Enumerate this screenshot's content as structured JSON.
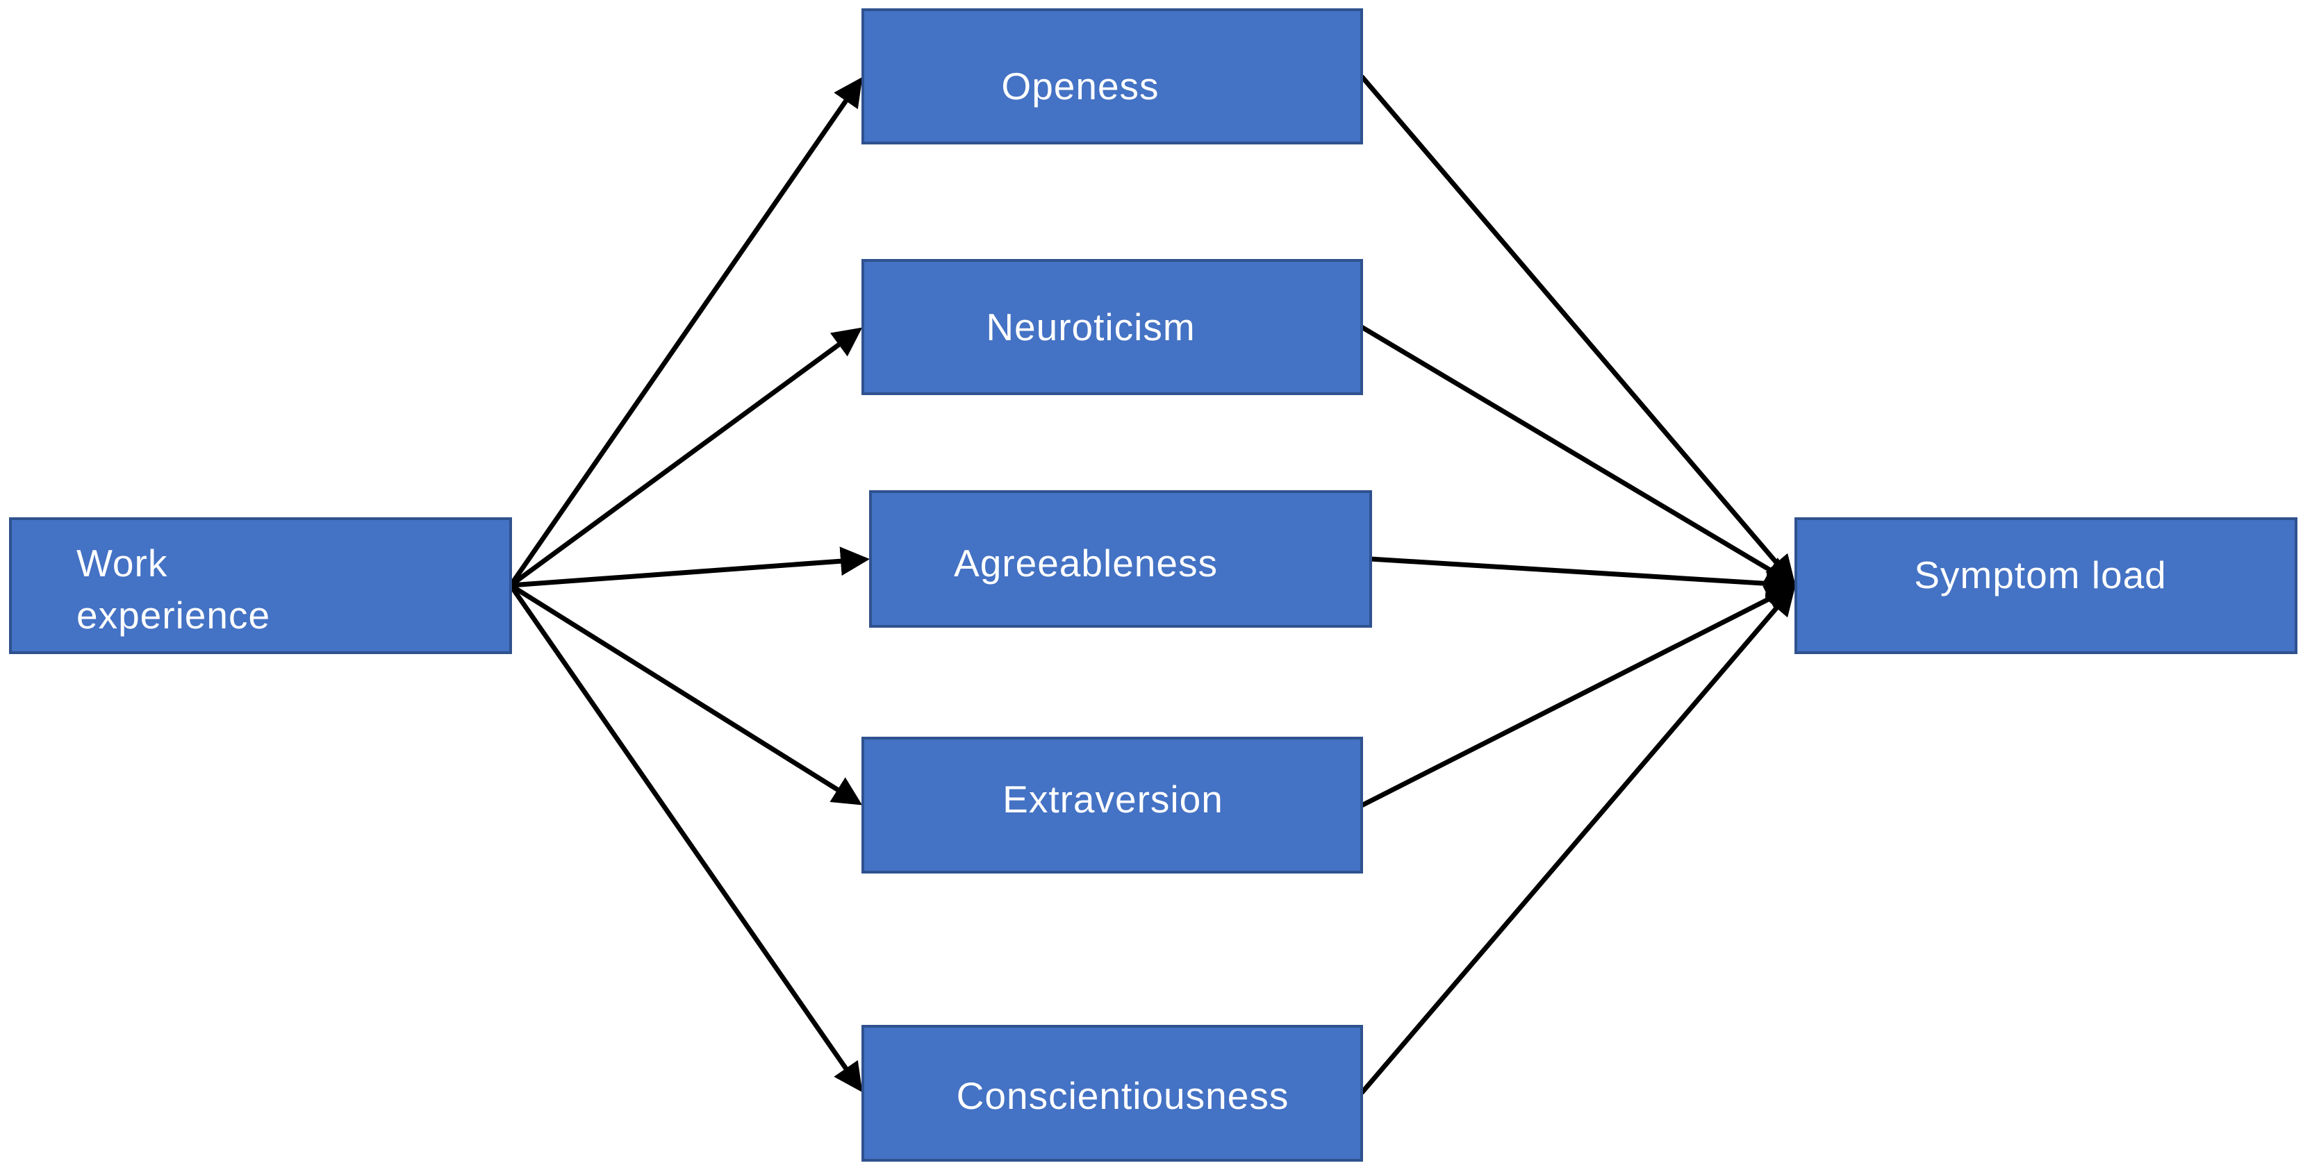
{
  "colors": {
    "box_fill": "#4472C4",
    "box_stroke": "#2F528F",
    "arrow": "#000000",
    "background": "#FFFFFF"
  },
  "nodes": {
    "work_experience": {
      "line1": "Work",
      "line2": "experience"
    },
    "openess": {
      "label": "Openess"
    },
    "neuroticism": {
      "label": "Neuroticism"
    },
    "agreeableness": {
      "label": "Agreeableness"
    },
    "extraversion": {
      "label": "Extraversion"
    },
    "conscientiousness": {
      "label": "Conscientiousness"
    },
    "symptom_load": {
      "label": "Symptom load"
    }
  },
  "edges": [
    {
      "from": "work_experience",
      "to": "openess"
    },
    {
      "from": "work_experience",
      "to": "neuroticism"
    },
    {
      "from": "work_experience",
      "to": "agreeableness"
    },
    {
      "from": "work_experience",
      "to": "extraversion"
    },
    {
      "from": "work_experience",
      "to": "conscientiousness"
    },
    {
      "from": "openess",
      "to": "symptom_load"
    },
    {
      "from": "neuroticism",
      "to": "symptom_load"
    },
    {
      "from": "agreeableness",
      "to": "symptom_load"
    },
    {
      "from": "extraversion",
      "to": "symptom_load"
    },
    {
      "from": "conscientiousness",
      "to": "symptom_load"
    }
  ]
}
